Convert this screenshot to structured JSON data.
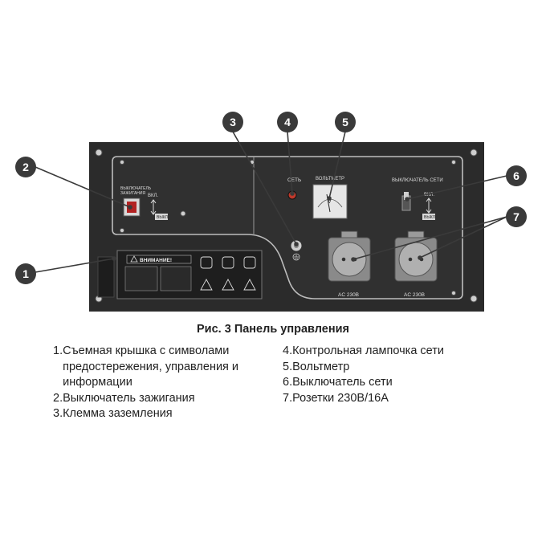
{
  "panel_labels": {
    "ignition": "ВЫКЛЮЧАТЕЛЬ\nЗАЖИГАНИЯ",
    "on": "ВКЛ.",
    "off": "ВЫКЛ",
    "warning": "ВНИМАНИЕ!",
    "network": "СЕТЬ",
    "voltmeter": "ВОЛЬТМЕТР",
    "volt_unit": "V",
    "mains_switch": "ВЫКЛЮЧАТЕЛЬ СЕТИ",
    "socket_1": "AC 230В",
    "socket_2": "AC 230В"
  },
  "callouts": [
    "1",
    "2",
    "3",
    "4",
    "5",
    "6",
    "7"
  ],
  "caption": "Рис. 3 Панель управления",
  "legend_left": [
    {
      "num": "1.",
      "text": "Съемная крышка с символами предостережения, управления и информации"
    },
    {
      "num": "2.",
      "text": "Выключатель зажигания"
    },
    {
      "num": "3.",
      "text": "Клемма заземления"
    }
  ],
  "legend_right": [
    {
      "num": "4.",
      "text": "Контрольная лампочка сети"
    },
    {
      "num": "5.",
      "text": "Вольтметр"
    },
    {
      "num": "6.",
      "text": "Выключатель сети"
    },
    {
      "num": "7.",
      "text": "Розетки 230В/16А"
    }
  ],
  "colors": {
    "panel": "#2b2b2b",
    "panel_inner": "#303030",
    "callout_fill": "#3a3a3a",
    "callout_text": "#ffffff",
    "socket": "#8a8a8a"
  }
}
